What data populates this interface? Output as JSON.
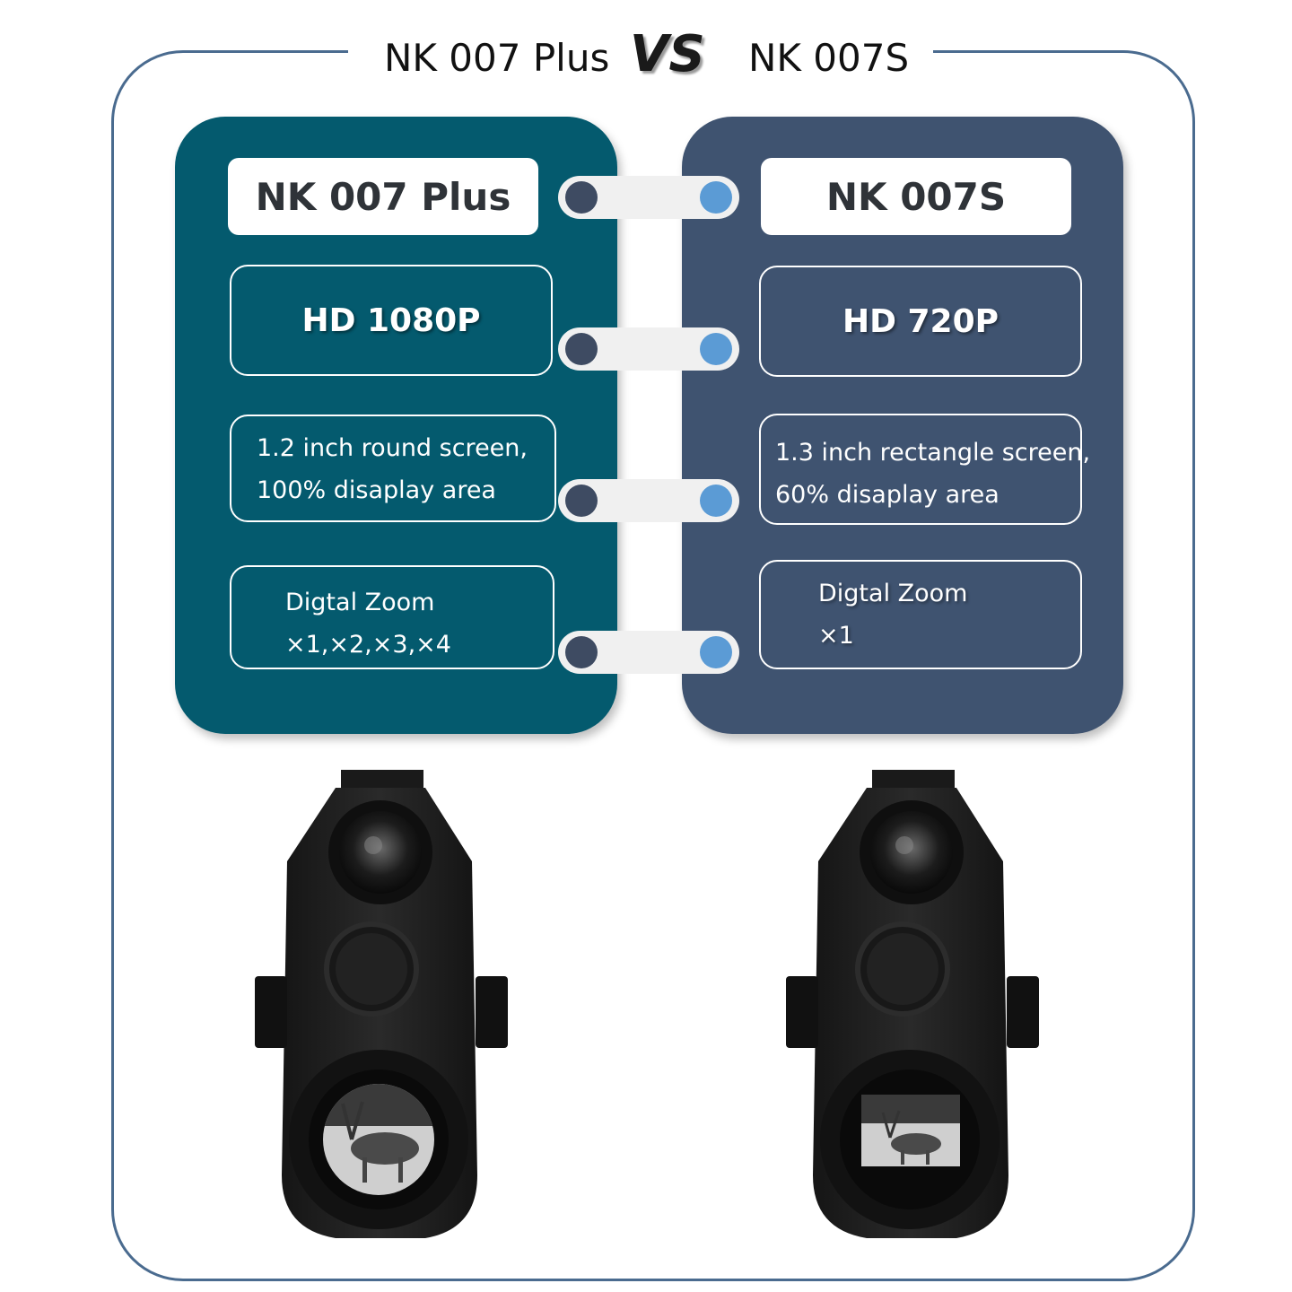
{
  "header": {
    "left_title": "NK 007 Plus",
    "vs": "VS",
    "right_title": "NK 007S"
  },
  "left": {
    "name": "NK 007 Plus",
    "resolution": "HD 1080P",
    "screen_line1": "1.2 inch round screen,",
    "screen_line2": "100% disaplay area",
    "zoom_line1": "Digtal Zoom",
    "zoom_line2": "×1,×2,×3,×4"
  },
  "right": {
    "name": "NK 007S",
    "resolution": "HD 720P",
    "screen_line1": "1.3 inch rectangle screen,",
    "screen_line2": "60% disaplay area",
    "zoom_line1": "Digtal Zoom",
    "zoom_line2": "×1"
  },
  "colors": {
    "left_panel": "#045a6e",
    "right_panel": "#3f5370",
    "frame": "#4a6b8f",
    "dot_dark": "#3e4b62",
    "dot_blue": "#5b9bd5"
  },
  "icons": [
    "night-vision-device-round-screen",
    "night-vision-device-rectangle-screen",
    "deer-image"
  ]
}
